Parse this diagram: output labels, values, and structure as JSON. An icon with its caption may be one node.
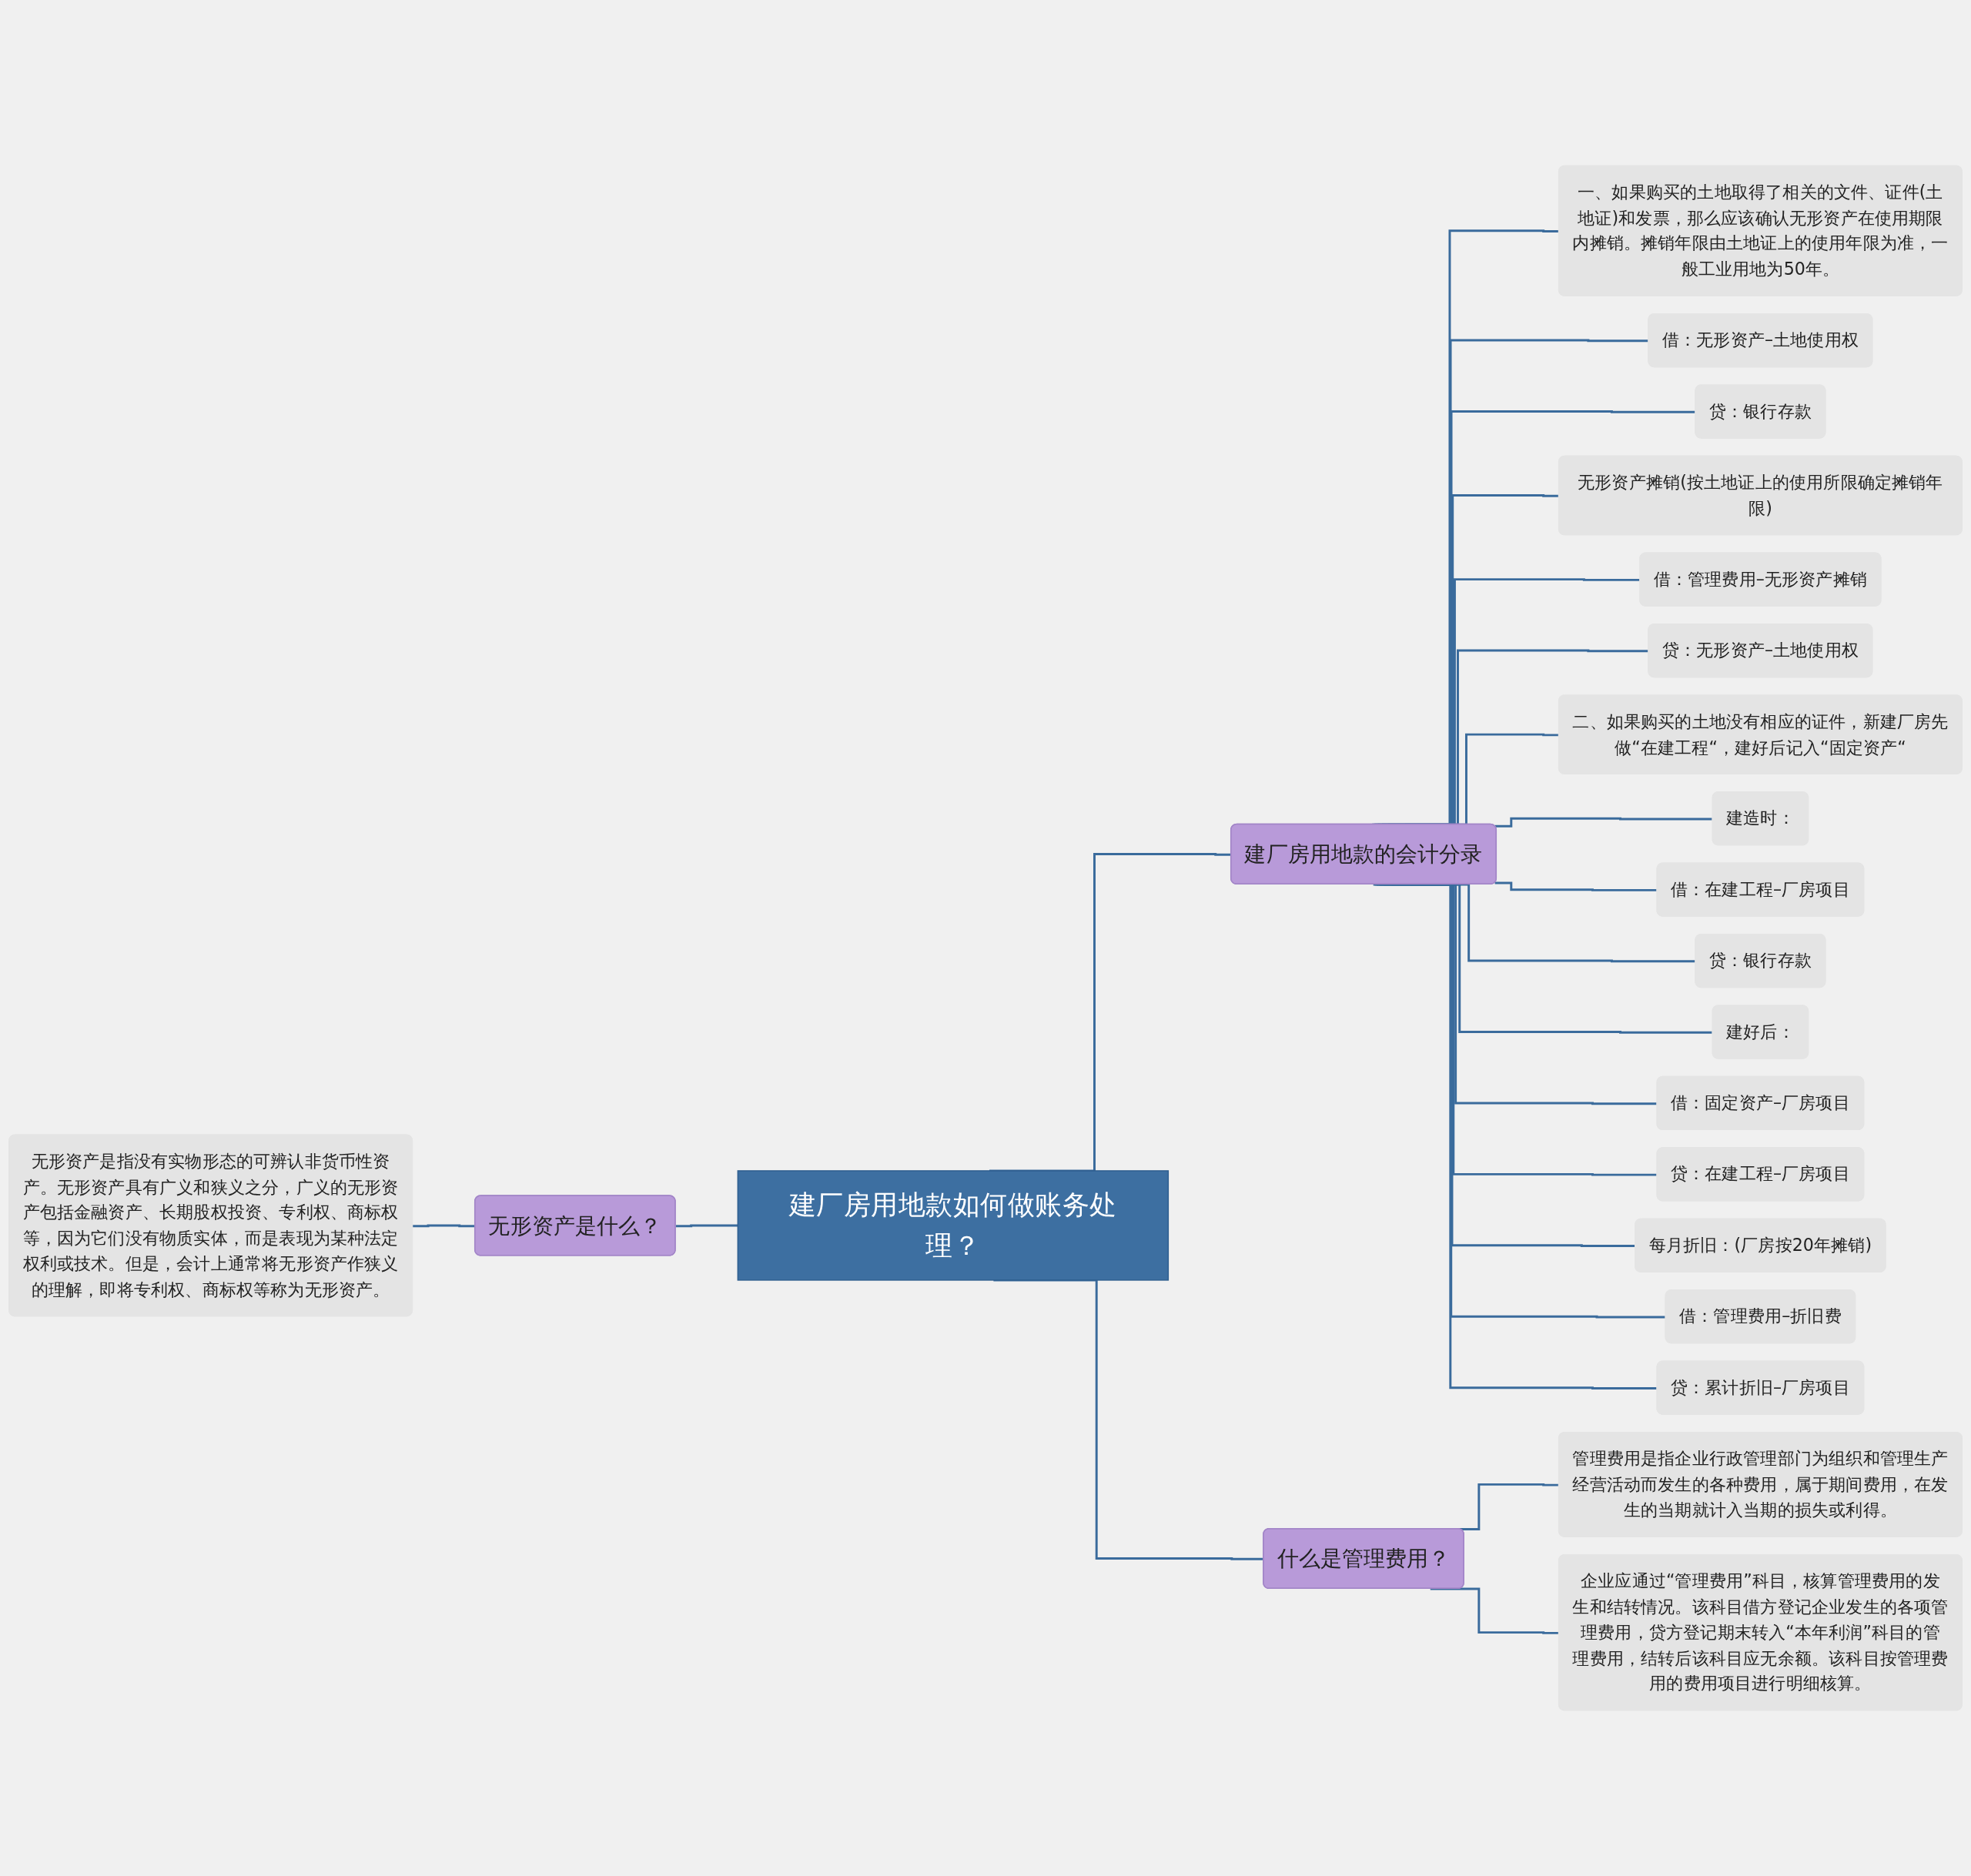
{
  "diagram": {
    "nodes": [
      {
        "text": [
          "建厂房用地款如何做账务处理？"
        ]
      },
      {
        "text": [
          "无形资产是什么？"
        ]
      },
      {
        "text": [
          "无形资产是指没有实物形态的可辨认非货币性资产。无形资产具有广义和狭义之分，广义的无形资产包括金融资产、长期股权投资、专利权、商标权等，因为它们没有物质实体，而是表现为某种法定权利或技术。但是，会计上通常将无形资产作狭义的理解，即将专利权、商标权等称为无形资产。"
        ]
      },
      {
        "text": [
          "建厂房用地款的会计分录"
        ]
      },
      {
        "text": [
          "一、如果购买的土地取得了相关的文件、证件(土地证)和发票，那么应该确认无形资产在使用期限内摊销。摊销年限由土地证上的使用年限为准，一般工业用地为50年。"
        ]
      },
      {
        "text": [
          "借：无形资产–土地使用权"
        ]
      },
      {
        "text": [
          "贷：银行存款"
        ]
      },
      {
        "text": [
          "无形资产摊销(按土地证上的使用所限确定摊销年限)"
        ]
      },
      {
        "text": [
          "借：管理费用–无形资产摊销"
        ]
      },
      {
        "text": [
          "贷：无形资产–土地使用权"
        ]
      },
      {
        "text": [
          "二、如果购买的土地没有相应的证件，新建厂房先做“在建工程“，建好后记入“固定资产“"
        ]
      },
      {
        "text": [
          "建造时："
        ]
      },
      {
        "text": [
          "借：在建工程–厂房项目"
        ]
      },
      {
        "text": [
          "贷：银行存款"
        ]
      },
      {
        "text": [
          "建好后："
        ]
      },
      {
        "text": [
          "借：固定资产–厂房项目"
        ]
      },
      {
        "text": [
          "贷：在建工程–厂房项目"
        ]
      },
      {
        "text": [
          "每月折旧：(厂房按20年摊销)"
        ]
      },
      {
        "text": [
          "借：管理费用–折旧费"
        ]
      },
      {
        "text": [
          "贷：累计折旧–厂房项目"
        ]
      },
      {
        "text": [
          "什么是管理费用？"
        ]
      },
      {
        "text": [
          "管理费用是指企业行政管理部门为组织和管理生产经营活动而发生的各种费用，属于期间费用，在发生的当期就计入当期的损失或利得。"
        ]
      },
      {
        "text": [
          "企业应通过“管理费用”科目，核算管理费用的发生和结转情况。该科目借方登记企业发生的各项管理费用，贷方登记期末转入“本年利润”科目的管理费用，结转后该科目应无余额。该科目按管理费用的费用项目进行明细核算。"
        ]
      }
    ],
    "edges": [
      {
        "from": 2,
        "to": 1,
        "arrow": "none"
      },
      {
        "from": 1,
        "to": 0,
        "arrow": "none"
      },
      {
        "from": 0,
        "to": 3,
        "arrow": "none"
      },
      {
        "from": 3,
        "to": 4,
        "arrow": "none"
      },
      {
        "from": 3,
        "to": 5,
        "arrow": "none"
      },
      {
        "from": 3,
        "to": 6,
        "arrow": "none"
      },
      {
        "from": 3,
        "to": 7,
        "arrow": "none"
      },
      {
        "from": 3,
        "to": 8,
        "arrow": "none"
      },
      {
        "from": 3,
        "to": 9,
        "arrow": "none"
      },
      {
        "from": 3,
        "to": 10,
        "arrow": "none"
      },
      {
        "from": 3,
        "to": 11,
        "arrow": "none"
      },
      {
        "from": 3,
        "to": 12,
        "arrow": "none"
      },
      {
        "from": 3,
        "to": 13,
        "arrow": "none"
      },
      {
        "from": 3,
        "to": 14,
        "arrow": "none"
      },
      {
        "from": 3,
        "to": 15,
        "arrow": "none"
      },
      {
        "from": 3,
        "to": 16,
        "arrow": "none"
      },
      {
        "from": 3,
        "to": 17,
        "arrow": "none"
      },
      {
        "from": 3,
        "to": 18,
        "arrow": "none"
      },
      {
        "from": 3,
        "to": 19,
        "arrow": "none"
      },
      {
        "from": 0,
        "to": 20,
        "arrow": "none"
      },
      {
        "from": 20,
        "to": 21,
        "arrow": "none"
      },
      {
        "from": 20,
        "to": 22,
        "arrow": "none"
      }
    ]
  }
}
